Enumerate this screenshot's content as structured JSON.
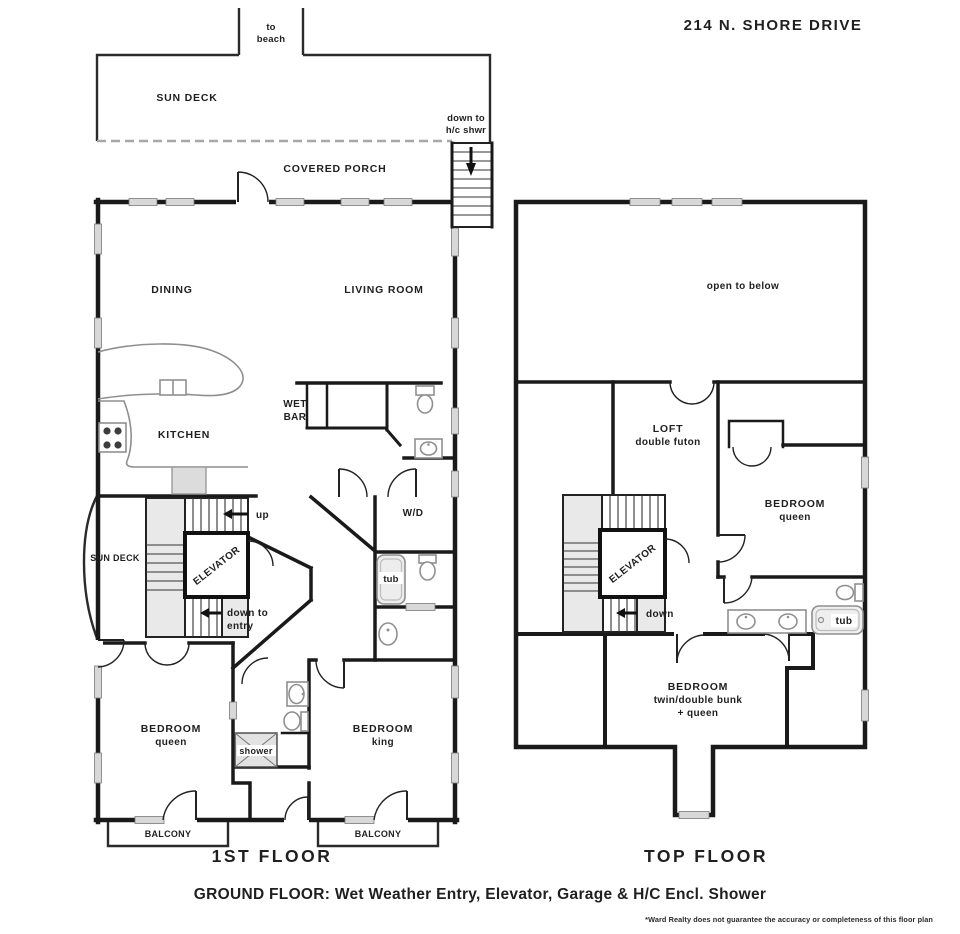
{
  "address": "214 N. SHORE DRIVE",
  "floor1": {
    "title": "1ST FLOOR",
    "to_beach_line1": "to",
    "to_beach_line2": "beach",
    "sun_deck_top": "SUN DECK",
    "sun_deck_left": "SUN DECK",
    "down_to_shower_line1": "down to",
    "down_to_shower_line2": "h/c shwr",
    "covered_porch": "COVERED PORCH",
    "dining": "DINING",
    "living_room": "LIVING ROOM",
    "wet_bar_line1": "WET",
    "wet_bar_line2": "BAR",
    "kitchen": "KITCHEN",
    "up": "up",
    "elevator": "ELEVATOR",
    "washer_dryer": "W/D",
    "tub": "tub",
    "down_to_entry_line1": "down to",
    "down_to_entry_line2": "entry",
    "bedroom_queen_line1": "BEDROOM",
    "bedroom_queen_line2": "queen",
    "shower": "shower",
    "bedroom_king_line1": "BEDROOM",
    "bedroom_king_line2": "king",
    "balcony_left": "BALCONY",
    "balcony_right": "BALCONY"
  },
  "floor2": {
    "title": "TOP FLOOR",
    "open_to_below": "open to below",
    "loft_line1": "LOFT",
    "loft_line2": "double futon",
    "bedroom_queen_line1": "BEDROOM",
    "bedroom_queen_line2": "queen",
    "elevator": "ELEVATOR",
    "down": "down",
    "tub": "tub",
    "bedroom_bunk_line1": "BEDROOM",
    "bedroom_bunk_line2": "twin/double bunk",
    "bedroom_bunk_line3": "+ queen"
  },
  "footer": {
    "caption": "GROUND FLOOR: Wet Weather Entry, Elevator, Garage & H/C Encl. Shower",
    "disclaimer": "*Ward Realty does not guarantee the accuracy or completeness of this floor plan"
  },
  "colors": {
    "wall": "#1a1a1a",
    "window": "#d8d8d8",
    "fixture": "#8f8f8f",
    "stair_fill": "#e9e9e9"
  }
}
